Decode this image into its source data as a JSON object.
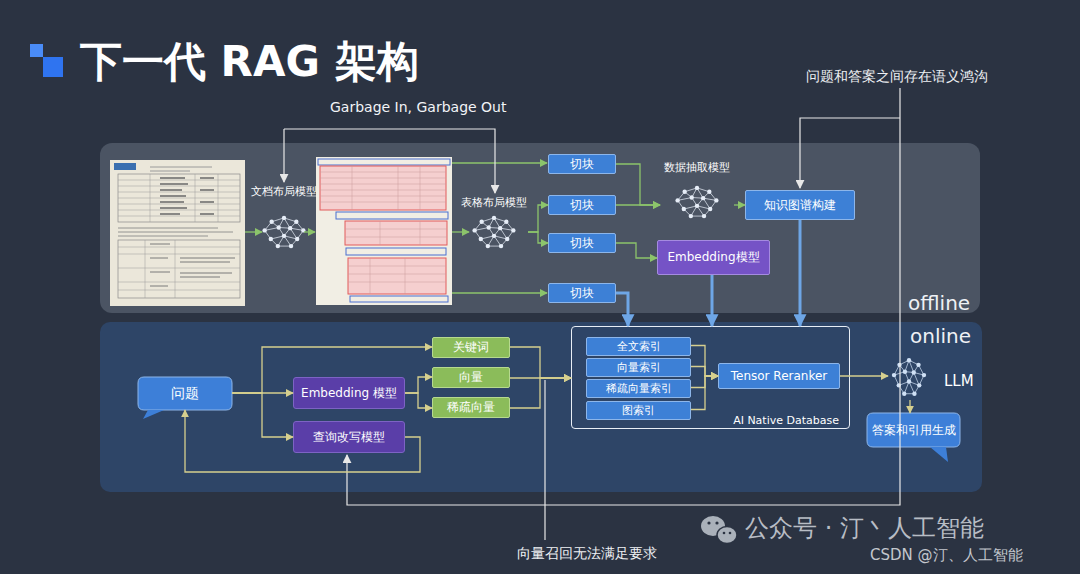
{
  "diagram": {
    "title": "下一代 RAG 架构",
    "nodes": [
      {
        "text": [
          "offline"
        ]
      },
      {
        "text": [
          "文档布局模型"
        ],
        "in": 0
      },
      {
        "text": [
          "表格布局模型"
        ],
        "in": 0
      },
      {
        "text": [
          "切块"
        ],
        "in": 0
      },
      {
        "text": [
          "切块"
        ],
        "in": 0
      },
      {
        "text": [
          "切块"
        ],
        "in": 0
      },
      {
        "text": [
          "切块"
        ],
        "in": 0
      },
      {
        "text": [
          "数据抽取模型"
        ],
        "in": 0
      },
      {
        "text": [
          "知识图谱构建"
        ],
        "in": 0
      },
      {
        "text": [
          "Embedding模型"
        ],
        "in": 0
      },
      {
        "text": [
          "online"
        ]
      },
      {
        "text": [
          "问题"
        ],
        "in": 10
      },
      {
        "text": [
          "Embedding 模型"
        ],
        "in": 10
      },
      {
        "text": [
          "查询改写模型"
        ],
        "in": 10
      },
      {
        "text": [
          "关键词"
        ],
        "in": 10
      },
      {
        "text": [
          "向量"
        ],
        "in": 10
      },
      {
        "text": [
          "稀疏向量"
        ],
        "in": 10
      },
      {
        "text": [
          "AI Native Database"
        ],
        "in": 10
      },
      {
        "text": [
          "全文索引"
        ],
        "in": 17
      },
      {
        "text": [
          "向量索引"
        ],
        "in": 17
      },
      {
        "text": [
          "稀疏向量索引"
        ],
        "in": 17
      },
      {
        "text": [
          "图索引"
        ],
        "in": 17
      },
      {
        "text": [
          "Tensor Reranker"
        ],
        "in": 10
      },
      {
        "text": [
          "LLM"
        ],
        "in": 10
      },
      {
        "text": [
          "答案和引用生成"
        ],
        "in": 10
      }
    ],
    "edges": [
      {
        "from": 2,
        "to": 4,
        "arrow": "to"
      },
      {
        "from": 2,
        "to": 5,
        "arrow": "to"
      },
      {
        "from": 3,
        "to": 7,
        "arrow": "to"
      },
      {
        "from": 4,
        "to": 7,
        "arrow": "to"
      },
      {
        "from": 5,
        "to": 9,
        "arrow": "to"
      },
      {
        "from": 6,
        "to": 17,
        "arrow": "to"
      },
      {
        "from": 7,
        "to": 8,
        "arrow": "to"
      },
      {
        "from": 9,
        "to": 17,
        "arrow": "to"
      },
      {
        "from": 8,
        "to": 17,
        "arrow": "to"
      },
      {
        "from": 11,
        "to": 14,
        "arrow": "to"
      },
      {
        "from": 11,
        "to": 12,
        "arrow": "to"
      },
      {
        "from": 11,
        "to": 13,
        "arrow": "to"
      },
      {
        "from": 13,
        "to": 11,
        "arrow": "to"
      },
      {
        "from": 12,
        "to": 15,
        "arrow": "to"
      },
      {
        "from": 12,
        "to": 16,
        "arrow": "to"
      },
      {
        "from": 14,
        "to": 17,
        "arrow": "to"
      },
      {
        "from": 15,
        "to": 17,
        "arrow": "to"
      },
      {
        "from": 16,
        "to": 17,
        "arrow": "to"
      },
      {
        "from": 18,
        "to": 22,
        "arrow": "to"
      },
      {
        "from": 19,
        "to": 22,
        "arrow": "to"
      },
      {
        "from": 20,
        "to": 22,
        "arrow": "to"
      },
      {
        "from": 21,
        "to": 22,
        "arrow": "to"
      },
      {
        "from": 22,
        "to": 23,
        "arrow": "to"
      },
      {
        "from": 23,
        "to": 24,
        "arrow": "to"
      }
    ],
    "labels": [
      "Garbage In, Garbage Out",
      "问题和答案之间存在语义鸿沟",
      "向量召回无法满足要求",
      "公众号 · 汀丶人工智能",
      "CSDN @汀、人工智能"
    ]
  }
}
